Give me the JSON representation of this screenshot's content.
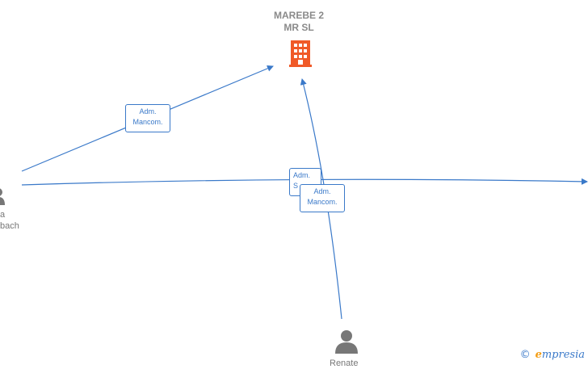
{
  "company": {
    "name_line1": "MAREBE 2",
    "name_line2": "MR  SL",
    "icon": "building-icon",
    "color": "#f05a28"
  },
  "persons": [
    {
      "id": "left",
      "label_line1": "a",
      "label_line2": "bach",
      "icon": "person-icon"
    },
    {
      "id": "bottom",
      "label_line1": "Renate",
      "icon": "person-icon"
    }
  ],
  "edges": [
    {
      "label_line1": "Adm.",
      "label_line2": "Mancom."
    },
    {
      "label_line1": "Adm.",
      "label_line2": "S"
    },
    {
      "label_line1": "Adm.",
      "label_line2": "Mancom."
    }
  ],
  "colors": {
    "edge": "#3a79c9",
    "person": "#777777"
  },
  "brand": {
    "copyright": "©",
    "e": "e",
    "rest": "mpresia"
  }
}
